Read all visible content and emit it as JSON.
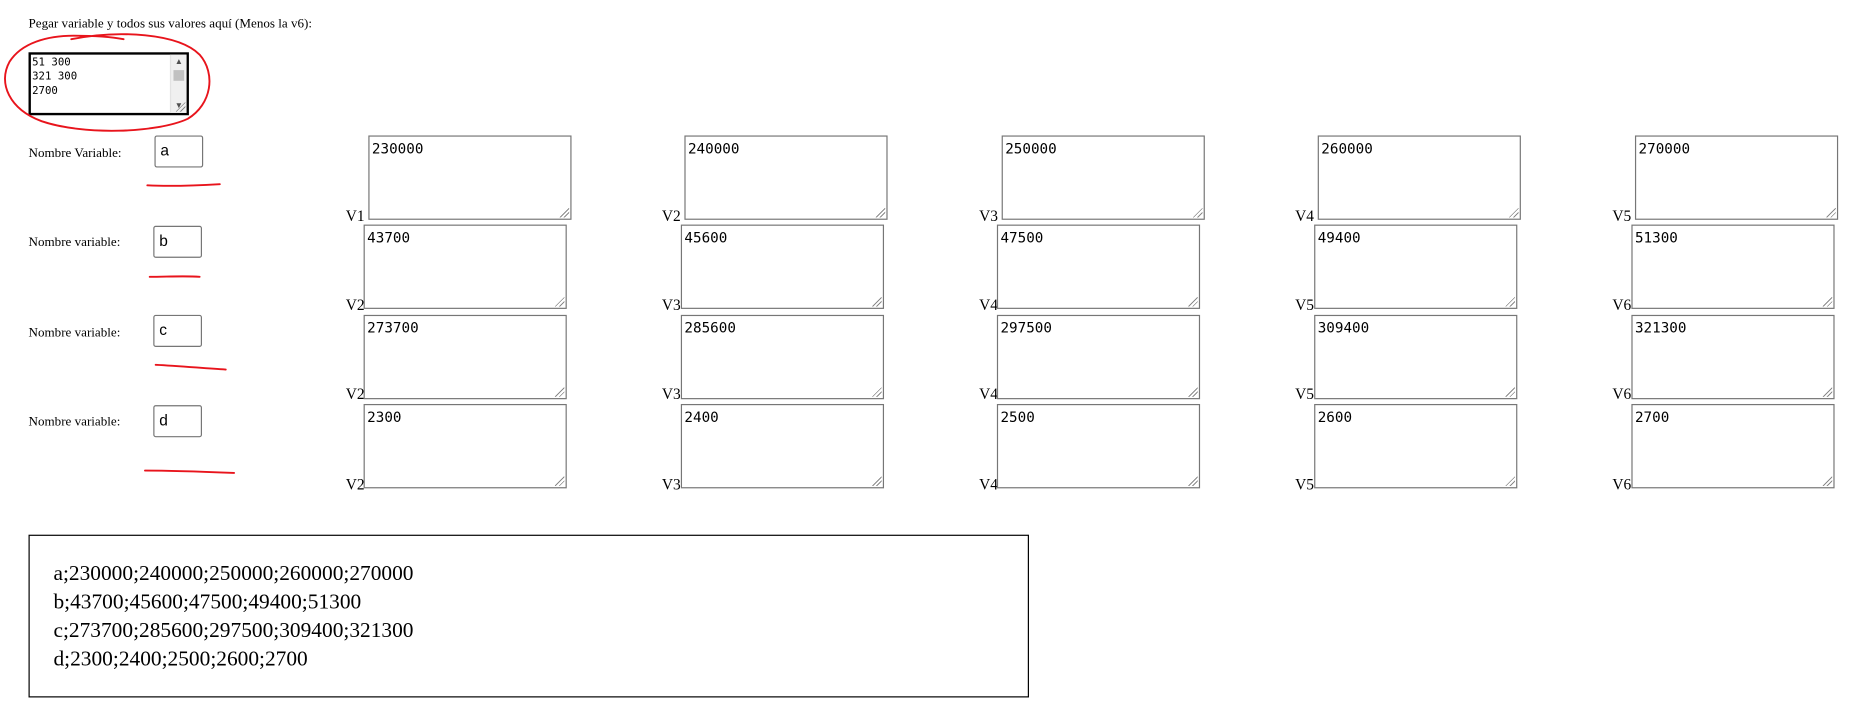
{
  "instructions": "Pegar variable y todos sus valores aquí (Menos la v6):",
  "paste_area": {
    "lines": [
      "51 300",
      "321 300",
      "2700"
    ]
  },
  "variables": [
    {
      "label": "Nombre Variable:",
      "name": "a",
      "values": [
        {
          "label": "V1",
          "value": "230000"
        },
        {
          "label": "V2",
          "value": "240000"
        },
        {
          "label": "V3",
          "value": "250000"
        },
        {
          "label": "V4",
          "value": "260000"
        },
        {
          "label": "V5",
          "value": "270000"
        }
      ]
    },
    {
      "label": "Nombre variable:",
      "name": "b",
      "values": [
        {
          "label": "V2",
          "value": "43700"
        },
        {
          "label": "V3",
          "value": "45600"
        },
        {
          "label": "V4",
          "value": "47500"
        },
        {
          "label": "V5",
          "value": "49400"
        },
        {
          "label": "V6",
          "value": "51300"
        }
      ]
    },
    {
      "label": "Nombre variable:",
      "name": "c",
      "values": [
        {
          "label": "V2",
          "value": "273700"
        },
        {
          "label": "V3",
          "value": "285600"
        },
        {
          "label": "V4",
          "value": "297500"
        },
        {
          "label": "V5",
          "value": "309400"
        },
        {
          "label": "V6",
          "value": "321300"
        }
      ]
    },
    {
      "label": "Nombre variable:",
      "name": "d",
      "values": [
        {
          "label": "V2",
          "value": "2300"
        },
        {
          "label": "V3",
          "value": "2400"
        },
        {
          "label": "V4",
          "value": "2500"
        },
        {
          "label": "V5",
          "value": "2600"
        },
        {
          "label": "V6",
          "value": "2700"
        }
      ]
    }
  ],
  "output": {
    "lines": [
      "a;230000;240000;250000;260000;270000",
      "b;43700;45600;47500;49400;51300",
      "c;273700;285600;297500;309400;321300",
      "d;2300;2400;2500;2600;2700"
    ]
  },
  "annotation_color": "#e8141c"
}
